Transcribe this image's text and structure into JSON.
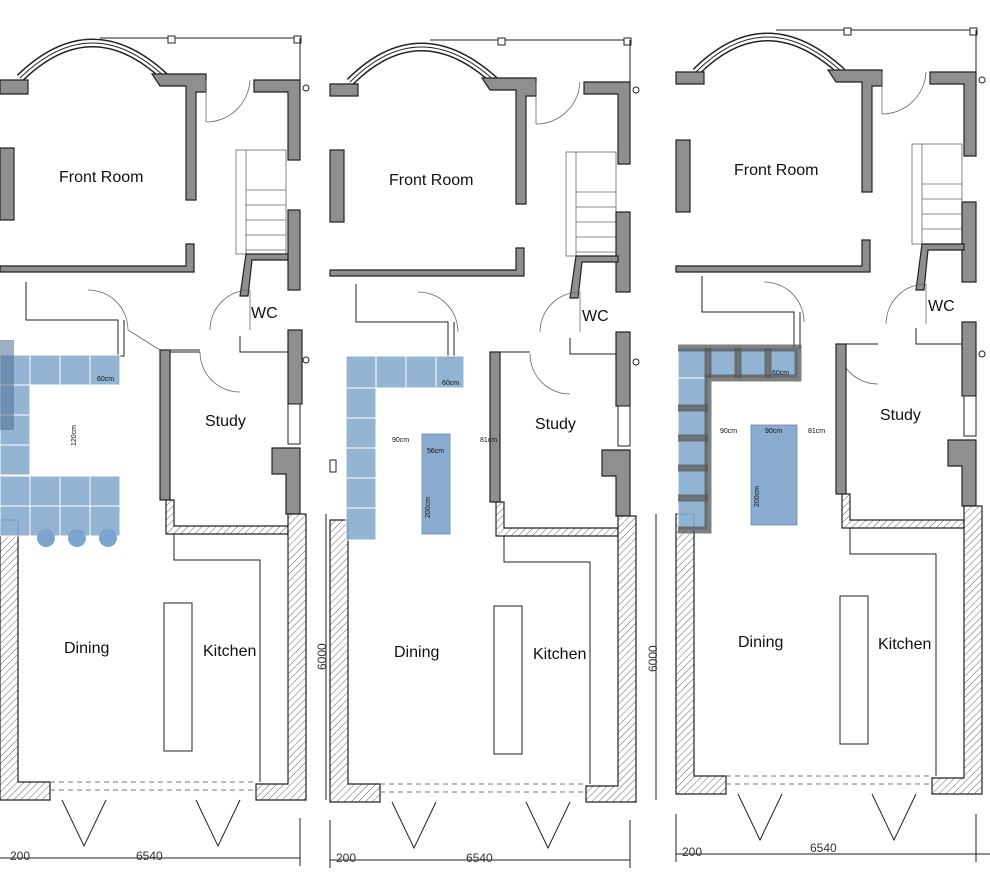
{
  "plans": [
    {
      "rooms": {
        "front": "Front Room",
        "wc": "WC",
        "study": "Study",
        "dining": "Dining",
        "kitchen": "Kitchen"
      },
      "units": {
        "a": "60cm",
        "b": "120cm"
      },
      "dims": {
        "left": "200",
        "width": "6540"
      }
    },
    {
      "rooms": {
        "front": "Front Room",
        "wc": "WC",
        "study": "Study",
        "dining": "Dining",
        "kitchen": "Kitchen"
      },
      "units": {
        "a": "60cm",
        "b": "90cm",
        "c": "56cm",
        "d": "81cm",
        "e": "200cm"
      },
      "dims": {
        "left": "200",
        "width": "6540",
        "depth": "6000"
      }
    },
    {
      "rooms": {
        "front": "Front Room",
        "wc": "WC",
        "study": "Study",
        "dining": "Dining",
        "kitchen": "Kitchen"
      },
      "units": {
        "a": "60cm",
        "b": "90cm",
        "c": "90cm",
        "d": "81cm",
        "e": "200cm"
      },
      "dims": {
        "left": "200",
        "width": "6540",
        "depth": "6000"
      }
    }
  ]
}
